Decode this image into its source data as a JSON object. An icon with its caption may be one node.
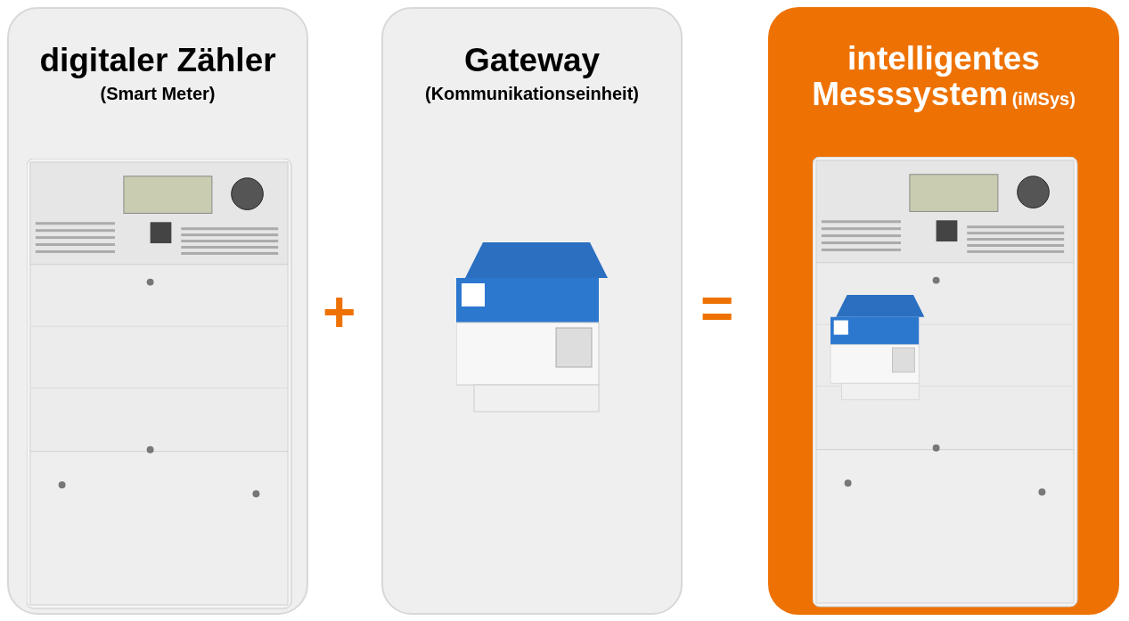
{
  "diagram": {
    "nodes": [
      {
        "text": [
          "digitaler Zähler",
          "(Smart Meter)"
        ]
      },
      {
        "text": [
          "Gateway",
          "(Kommunikationseinheit)"
        ]
      },
      {
        "text": [
          "intelligentes Messsystem",
          "(iMSys)"
        ]
      }
    ],
    "labels": [
      "+",
      "="
    ]
  }
}
